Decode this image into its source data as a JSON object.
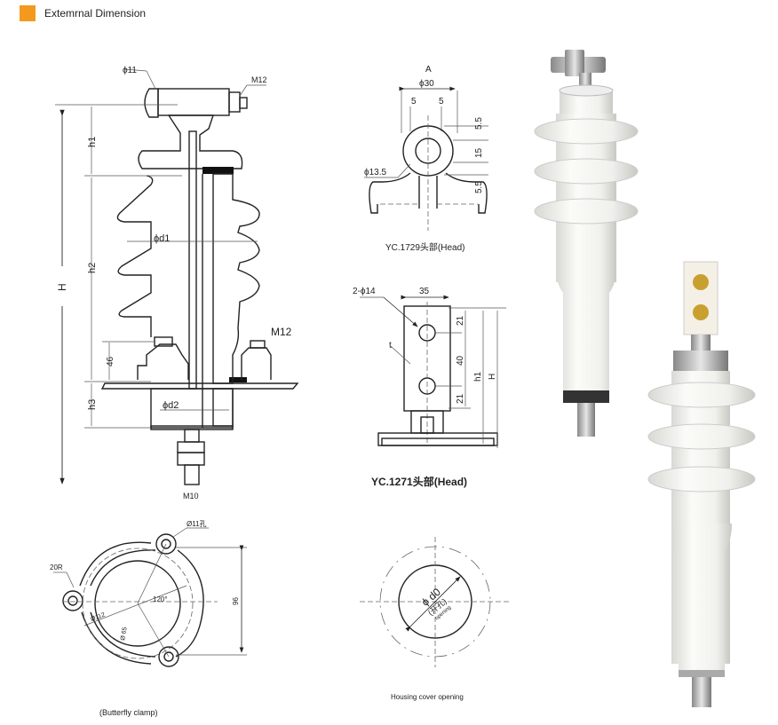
{
  "header": {
    "title": "Extemrnal Dimension",
    "accent_color": "#f39a1e"
  },
  "main_drawing": {
    "labels": {
      "phi11": "ϕ11",
      "m12_top": "M12",
      "h1": "h1",
      "h2": "h2",
      "h3": "h3",
      "H": "H",
      "d1": "ϕd1",
      "d2": "ϕd2",
      "dim46": "46",
      "m12_side": "M12",
      "m10": "M10"
    }
  },
  "head_1729": {
    "labels": {
      "A": "A",
      "phi30": "ϕ30",
      "five_left": "5",
      "five_right": "5",
      "top55": "5.5",
      "mid15": "15",
      "bot55": "5.5",
      "phi135": "ϕ13.5"
    },
    "caption": "YC.1729头部(Head)"
  },
  "head_1271": {
    "labels": {
      "holes": "2-ϕ14",
      "width35": "35",
      "t": "t",
      "d21a": "21",
      "d40": "40",
      "d21b": "21",
      "h1": "h1",
      "H": "H"
    },
    "caption": "YC.1271头部(Head)"
  },
  "butterfly_clamp": {
    "labels": {
      "hole": "Ø11孔",
      "r20": "20R",
      "d112": "Ø112",
      "d65": "Ø 65",
      "angle": "120°",
      "dim96": "96"
    },
    "caption": "(Butterfly clamp)"
  },
  "housing_cover": {
    "labels": {
      "d0": "ϕ d0",
      "cn": "(开孔)",
      "en": "opening"
    },
    "caption": "Housing cover opening"
  }
}
